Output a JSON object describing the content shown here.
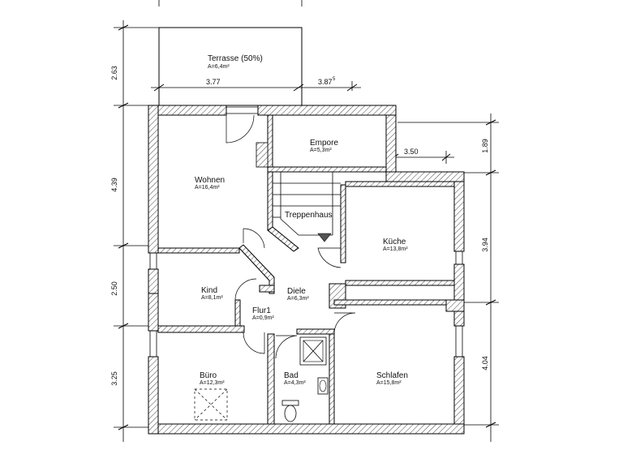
{
  "rooms": {
    "terrasse": {
      "name": "Terrasse (50%)",
      "area": "A=6,4m²"
    },
    "wohnen": {
      "name": "Wohnen",
      "area": "A=16,4m²"
    },
    "empore": {
      "name": "Empore",
      "area": "A=5,3m²"
    },
    "treppenhaus": {
      "name": "Treppenhaus"
    },
    "kueche": {
      "name": "Küche",
      "area": "A=13,8m²"
    },
    "kind": {
      "name": "Kind",
      "area": "A=8,1m²"
    },
    "diele": {
      "name": "Diele",
      "area": "A=6,3m²"
    },
    "flur1": {
      "name": "Flur1",
      "area": "A=0,9m²"
    },
    "buero": {
      "name": "Büro",
      "area": "A=12,3m²"
    },
    "bad": {
      "name": "Bad",
      "area": "A=4,3m²"
    },
    "schlafen": {
      "name": "Schlafen",
      "area": "A=15,8m²"
    }
  },
  "dimensions": {
    "left": [
      "2.63",
      "4.39",
      "2.50",
      "3.25"
    ],
    "right": [
      "1.89",
      "3.94",
      "4.04"
    ],
    "terrace_width": "3.77",
    "terrace_right": "3.87",
    "terrace_right_sup": "5",
    "empore_right": "3.50"
  }
}
